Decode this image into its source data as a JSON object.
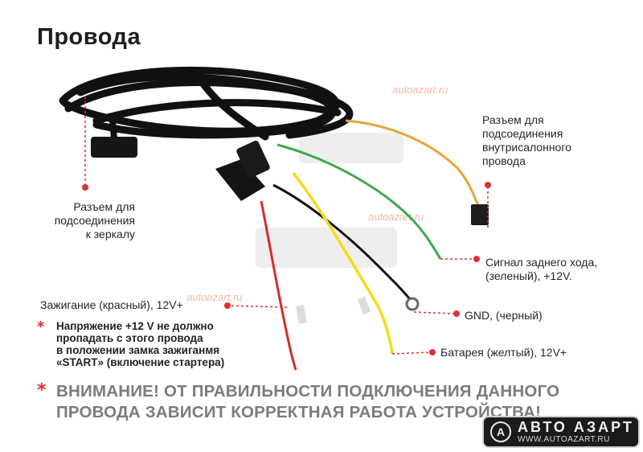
{
  "title": "Провода",
  "labels": {
    "mirror_connector": [
      "Разъем для",
      "подсоединения",
      "к зеркалу"
    ],
    "interior_connector": [
      "Разъем для",
      "подсоединения",
      "внутрисалонного",
      "провода"
    ],
    "reverse_signal": [
      "Сигнал заднего хода,",
      "(зеленый), +12V."
    ],
    "gnd": "GND, (черный)",
    "battery": "Батарея (желтый), 12V+",
    "ignition": "Зажигание (красный), 12V+"
  },
  "notes": {
    "asterisk": "*",
    "small_warning": [
      "Напряжение +12 V не должно",
      "пропадать с этого провода",
      "в положении замка зажиганмя",
      "«START» (включение стартера)"
    ],
    "big_warning": [
      "ВНИМАНИЕ! ОТ ПРАВИЛЬНОСТИ ПОДКЛЮЧЕНИЯ ДАННОГО",
      "ПРОВОДА ЗАВИСИТ КОРРЕКТНАЯ РАБОТА УСТРОЙСТВА!"
    ]
  },
  "watermarks": {
    "site_1": "autoazart.ru",
    "site_2": "autoazart.ru",
    "site_3": "autoazart.ru"
  },
  "logo": {
    "brand": "АВТО АЗАРТ",
    "url": "WWW.AUTOAZART.RU",
    "mark": "А"
  },
  "colors": {
    "red_wire": "#d0302a",
    "yellow_wire": "#f2dc1a",
    "green_wire": "#3fa84b",
    "black_wire": "#111111",
    "orange_wire": "#e8a23a",
    "marker_red": "#e03030"
  }
}
